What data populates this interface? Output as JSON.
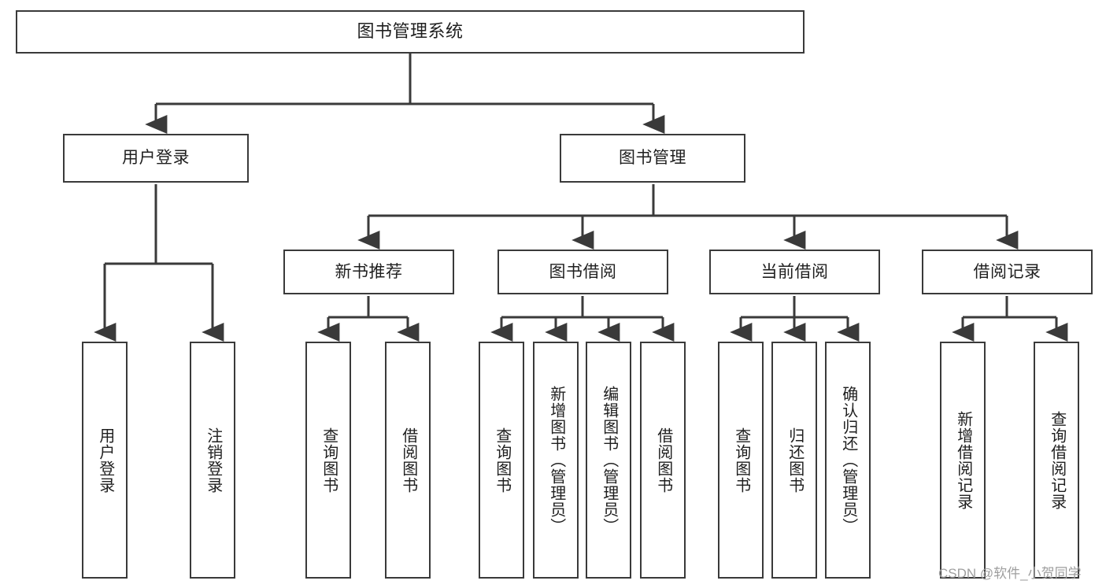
{
  "diagram": {
    "title": "图书管理系统",
    "watermark": "CSDN @软件_小贺同学",
    "line_color": "#3a3a3a",
    "box_fill": "#ffffff",
    "text_color": "#1f1f1f",
    "nodes": {
      "root": "图书管理系统",
      "level2": {
        "user_login": "用户登录",
        "book_manage": "图书管理"
      },
      "level3": {
        "new_book_recommend": "新书推荐",
        "book_borrow": "图书借阅",
        "current_borrow": "当前借阅",
        "borrow_record": "借阅记录"
      },
      "leaves": {
        "user_login_1": "用户登录",
        "user_login_2": "注销登录",
        "new_book_1": "查询图书",
        "new_book_2": "借阅图书",
        "borrow_1": "查询图书",
        "borrow_2": "新增图书（管理员）",
        "borrow_3": "编辑图书（管理员）",
        "borrow_4": "借阅图书",
        "current_1": "查询图书",
        "current_2": "归还图书",
        "current_3": "确认归还（管理员）",
        "record_1": "新增借阅记录",
        "record_2": "查询借阅记录"
      }
    }
  }
}
